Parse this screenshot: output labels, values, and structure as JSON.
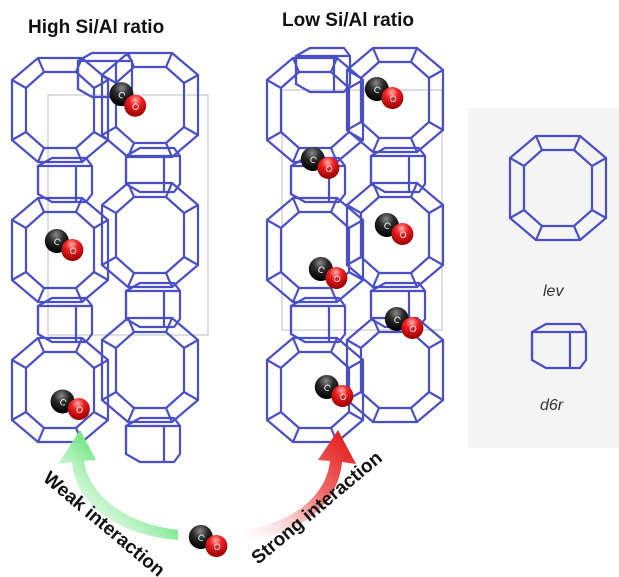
{
  "titles": {
    "left": "High Si/Al ratio",
    "right": "Low Si/Al ratio"
  },
  "side_labels": {
    "lev": "lev",
    "d6r": "d6r"
  },
  "arrows": {
    "weak": "Weak interaction",
    "strong": "Strong interaction"
  },
  "atom_labels": {
    "carbon": "C",
    "oxygen": "O"
  },
  "colors": {
    "framework": "#4a4fc7",
    "carbon": "#1a1a1a",
    "oxygen": "#e01818",
    "weak_arrow": "#22cc44",
    "strong_arrow": "#e01818"
  }
}
